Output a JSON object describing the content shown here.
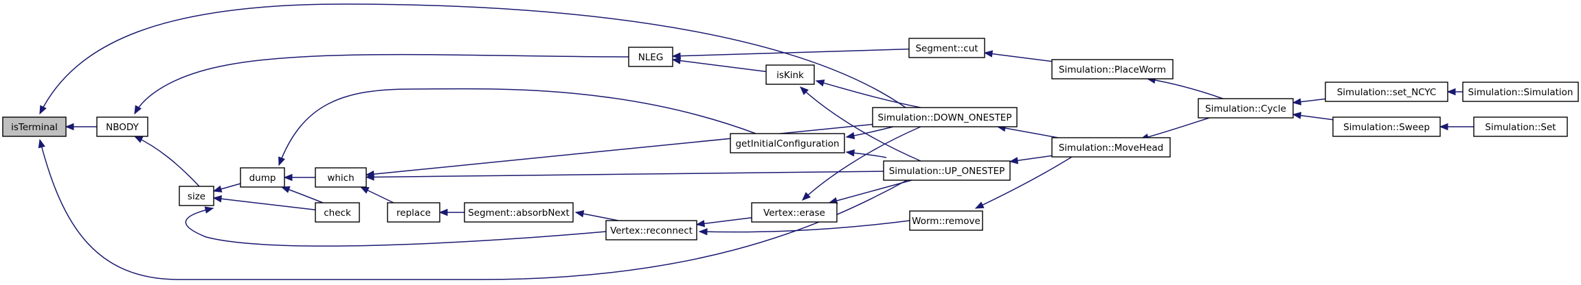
{
  "diagram": {
    "type": "caller-graph",
    "colors": {
      "edge": "#191970",
      "root_fill": "#bfbfbf",
      "node_fill": "#ffffff",
      "border": "#000000"
    },
    "nodes": [
      {
        "id": "isTerminal",
        "label": "isTerminal",
        "root": true
      },
      {
        "id": "NBODY",
        "label": "NBODY"
      },
      {
        "id": "NLEG",
        "label": "NLEG"
      },
      {
        "id": "size",
        "label": "size"
      },
      {
        "id": "dump",
        "label": "dump"
      },
      {
        "id": "which",
        "label": "which"
      },
      {
        "id": "check",
        "label": "check"
      },
      {
        "id": "replace",
        "label": "replace"
      },
      {
        "id": "absorbNext",
        "label": "Segment::absorbNext"
      },
      {
        "id": "reconnect",
        "label": "Vertex::reconnect"
      },
      {
        "id": "isKink",
        "label": "isKink"
      },
      {
        "id": "getInit",
        "label": "getInitialConfiguration"
      },
      {
        "id": "erase",
        "label": "Vertex::erase"
      },
      {
        "id": "segcut",
        "label": "Segment::cut"
      },
      {
        "id": "down",
        "label": "Simulation::DOWN_ONESTEP"
      },
      {
        "id": "up",
        "label": "Simulation::UP_ONESTEP"
      },
      {
        "id": "wormremove",
        "label": "Worm::remove"
      },
      {
        "id": "placeworm",
        "label": "Simulation::PlaceWorm"
      },
      {
        "id": "movehead",
        "label": "Simulation::MoveHead"
      },
      {
        "id": "cycle",
        "label": "Simulation::Cycle"
      },
      {
        "id": "setncyc",
        "label": "Simulation::set_NCYC"
      },
      {
        "id": "sweep",
        "label": "Simulation::Sweep"
      },
      {
        "id": "simsim",
        "label": "Simulation::Simulation"
      },
      {
        "id": "simset",
        "label": "Simulation::Set"
      }
    ],
    "edges": [
      {
        "from": "NBODY",
        "to": "isTerminal"
      },
      {
        "from": "down",
        "to": "isTerminal"
      },
      {
        "from": "up",
        "to": "isTerminal"
      },
      {
        "from": "NLEG",
        "to": "NBODY"
      },
      {
        "from": "size",
        "to": "NBODY"
      },
      {
        "from": "segcut",
        "to": "NLEG"
      },
      {
        "from": "isKink",
        "to": "NLEG"
      },
      {
        "from": "dump",
        "to": "size"
      },
      {
        "from": "check",
        "to": "size"
      },
      {
        "from": "reconnect",
        "to": "size"
      },
      {
        "from": "which",
        "to": "dump"
      },
      {
        "from": "check",
        "to": "dump"
      },
      {
        "from": "getInit",
        "to": "dump"
      },
      {
        "from": "down",
        "to": "which"
      },
      {
        "from": "up",
        "to": "which"
      },
      {
        "from": "replace",
        "to": "which"
      },
      {
        "from": "absorbNext",
        "to": "replace"
      },
      {
        "from": "reconnect",
        "to": "absorbNext"
      },
      {
        "from": "erase",
        "to": "reconnect"
      },
      {
        "from": "wormremove",
        "to": "reconnect"
      },
      {
        "from": "down",
        "to": "isKink"
      },
      {
        "from": "up",
        "to": "isKink"
      },
      {
        "from": "down",
        "to": "getInit"
      },
      {
        "from": "up",
        "to": "getInit"
      },
      {
        "from": "down",
        "to": "erase"
      },
      {
        "from": "up",
        "to": "erase"
      },
      {
        "from": "placeworm",
        "to": "segcut"
      },
      {
        "from": "movehead",
        "to": "down"
      },
      {
        "from": "movehead",
        "to": "up"
      },
      {
        "from": "movehead",
        "to": "wormremove"
      },
      {
        "from": "cycle",
        "to": "placeworm"
      },
      {
        "from": "cycle",
        "to": "movehead"
      },
      {
        "from": "setncyc",
        "to": "cycle"
      },
      {
        "from": "sweep",
        "to": "cycle"
      },
      {
        "from": "simsim",
        "to": "setncyc"
      },
      {
        "from": "simset",
        "to": "sweep"
      }
    ]
  }
}
